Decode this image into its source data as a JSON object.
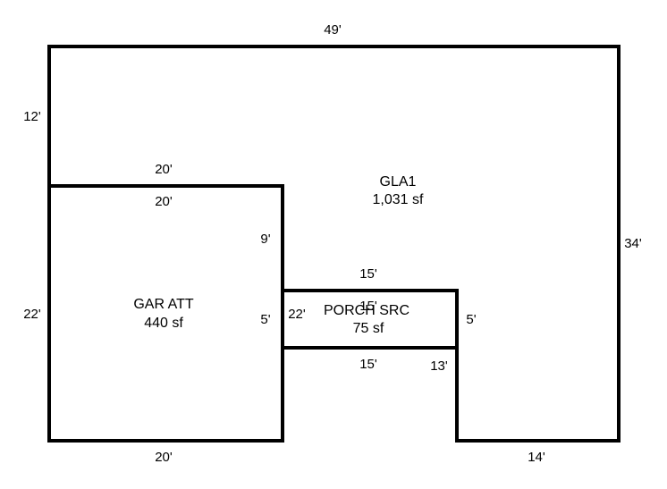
{
  "colors": {
    "background": "#ffffff",
    "lines": "#000000",
    "text": "#000000"
  },
  "areas": {
    "gla1": {
      "name": "GLA1",
      "area": "1,031 sf"
    },
    "garage": {
      "name": "GAR ATT",
      "area": "440 sf"
    },
    "porch": {
      "name": "PORCH SRC",
      "area": "75 sf"
    }
  },
  "dimensions": {
    "top": "49'",
    "left_upper": "12'",
    "left_lower": "22'",
    "right": "34'",
    "bottom_left": "20'",
    "bottom_right": "14'",
    "garage_top_outer": "20'",
    "garage_top_inner": "20'",
    "garage_right_upper": "9'",
    "garage_right_mid": "5'",
    "garage_right_inner": "22'",
    "porch_top": "15'",
    "porch_top_inner": "15'",
    "porch_bottom": "15'",
    "porch_right": "5'",
    "step_vertical": "13'"
  }
}
